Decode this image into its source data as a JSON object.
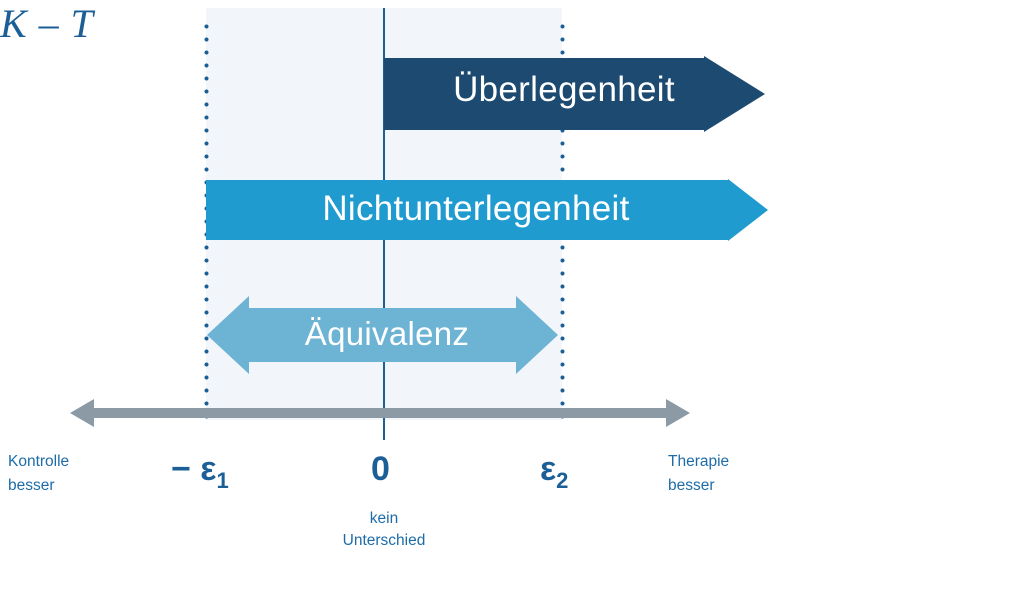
{
  "diagram": {
    "title_axis_label": "K – T",
    "arrows": [
      {
        "name": "superiority",
        "label": "Überlegenheit",
        "color": "#1d4a70",
        "starts_at": "0",
        "direction": "right"
      },
      {
        "name": "non-inferiority",
        "label": "Nichtunterlegenheit",
        "color": "#1f9bd0",
        "starts_at": "-e1",
        "direction": "right"
      },
      {
        "name": "equivalence",
        "label": "Äquivalenz",
        "color": "#6cb3d4",
        "starts_at": "-e1",
        "direction": "both"
      }
    ],
    "axis": {
      "left_label": "Kontrolle\nbesser",
      "right_label": "Therapie\nbesser",
      "color": "#8c9aa5"
    },
    "ticks": [
      {
        "name": "minus-epsilon-1",
        "main": "− ε",
        "sub": "1"
      },
      {
        "name": "zero",
        "main": "0",
        "sub": ""
      },
      {
        "name": "epsilon-2",
        "main": "ε",
        "sub": "2"
      }
    ],
    "zero_caption": "kein\nUnterschied",
    "colors": {
      "navy": "#1d4a70",
      "blue": "#1f9bd0",
      "light_blue": "#6cb3d4",
      "band": "#f2f5fa",
      "line_blue": "#1b5f96",
      "text_blue": "#1d6ca8",
      "axis_gray": "#8c9aa5"
    }
  }
}
